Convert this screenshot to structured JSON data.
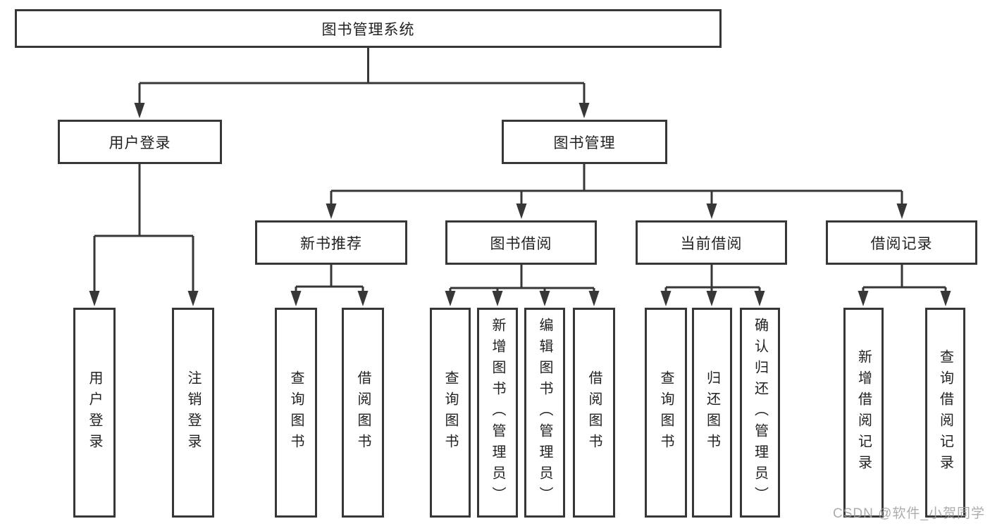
{
  "diagram": {
    "title_node": {
      "label": "图书管理系统"
    },
    "level2": [
      {
        "id": "user-login",
        "label": "用户登录"
      },
      {
        "id": "book-management",
        "label": "图书管理"
      }
    ],
    "level3": [
      {
        "id": "new-book-recommendation",
        "label": "新书推荐",
        "parent": "图书管理"
      },
      {
        "id": "book-borrowing",
        "label": "图书借阅",
        "parent": "图书管理"
      },
      {
        "id": "current-borrowing",
        "label": "当前借阅",
        "parent": "图书管理"
      },
      {
        "id": "borrowing-records",
        "label": "借阅记录",
        "parent": "图书管理"
      }
    ],
    "leaves": [
      {
        "label": "用户登录",
        "parent": "用户登录"
      },
      {
        "label": "注销登录",
        "parent": "用户登录"
      },
      {
        "label": "查询图书",
        "parent": "新书推荐"
      },
      {
        "label": "借阅图书",
        "parent": "新书推荐"
      },
      {
        "label": "查询图书",
        "parent": "图书借阅"
      },
      {
        "label": "新增图书（管理员）",
        "parent": "图书借阅"
      },
      {
        "label": "编辑图书（管理员）",
        "parent": "图书借阅"
      },
      {
        "label": "借阅图书",
        "parent": "图书借阅"
      },
      {
        "label": "查询图书",
        "parent": "当前借阅"
      },
      {
        "label": "归还图书",
        "parent": "当前借阅"
      },
      {
        "label": "确认归还（管理员）",
        "parent": "当前借阅"
      },
      {
        "label": "新增借阅记录",
        "parent": "借阅记录"
      },
      {
        "label": "查询借阅记录",
        "parent": "借阅记录"
      }
    ],
    "colors": {
      "line": "#373737",
      "text": "#222222",
      "background": "#ffffff",
      "watermark": "#9e9e9e"
    },
    "watermark": "CSDN @软件_小贺同学"
  }
}
